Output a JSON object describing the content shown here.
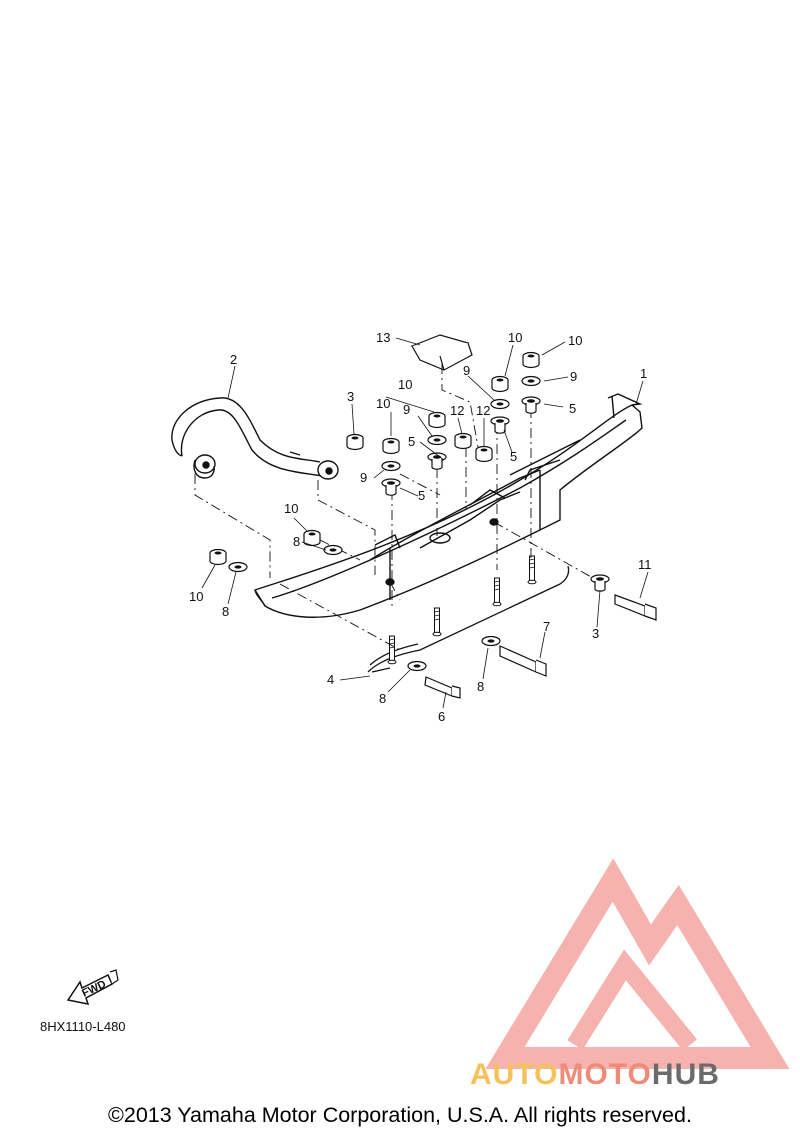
{
  "diagram": {
    "callouts": [
      "1",
      "2",
      "3",
      "3",
      "4",
      "5",
      "5",
      "5",
      "5",
      "6",
      "7",
      "8",
      "8",
      "8",
      "8",
      "9",
      "9",
      "9",
      "9",
      "10",
      "10",
      "10",
      "10",
      "10",
      "10",
      "11",
      "12",
      "12",
      "13"
    ],
    "fwd_label": "FWD",
    "part_code": "8HX1110-L480"
  },
  "watermark": {
    "word_part1": "AUTO",
    "word_part2": "MOTO",
    "word_part3": "HUB",
    "colors": {
      "auto": "#f5c15a",
      "moto": "#f08a7a",
      "hub": "#6b6b6b",
      "logo": "#f4a09a"
    }
  },
  "footer": {
    "copyright": "©2013 Yamaha Motor Corporation, U.S.A. All rights reserved."
  }
}
